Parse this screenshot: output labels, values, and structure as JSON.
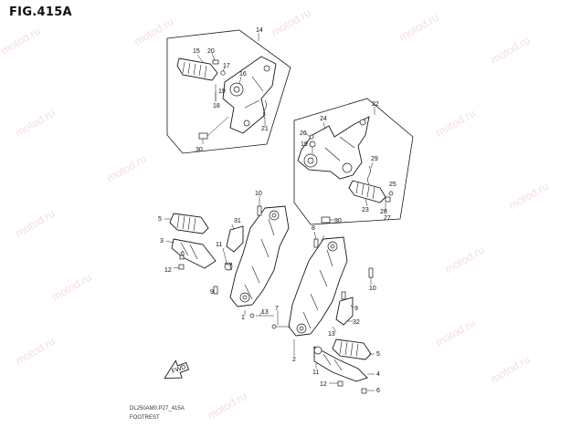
{
  "figure": {
    "title": "FIG.415A",
    "footer_code": "DL250AM0.P27_415A",
    "footer_name": "FOOTREST",
    "fwd_label": "FWD",
    "watermark": "motod.ru",
    "colors": {
      "line": "#1a1a1a",
      "watermark": "#e9b4b4"
    }
  },
  "callouts": {
    "c1": "1",
    "c2": "2",
    "c3": "3",
    "c4": "4",
    "c5": "5",
    "c6": "6",
    "c7": "7",
    "c8": "8",
    "c9": "9",
    "c10": "10",
    "c11": "11",
    "c12": "12",
    "c13": "13",
    "c14": "14",
    "c15": "15",
    "c16": "16",
    "c17": "17",
    "c18": "18",
    "c19": "19",
    "c20": "20",
    "c21": "21",
    "c22": "22",
    "c23": "23",
    "c24": "24",
    "c25": "25",
    "c26": "26",
    "c27": "27",
    "c28": "28",
    "c29": "29",
    "c30": "30",
    "c31": "31",
    "c32": "32"
  }
}
